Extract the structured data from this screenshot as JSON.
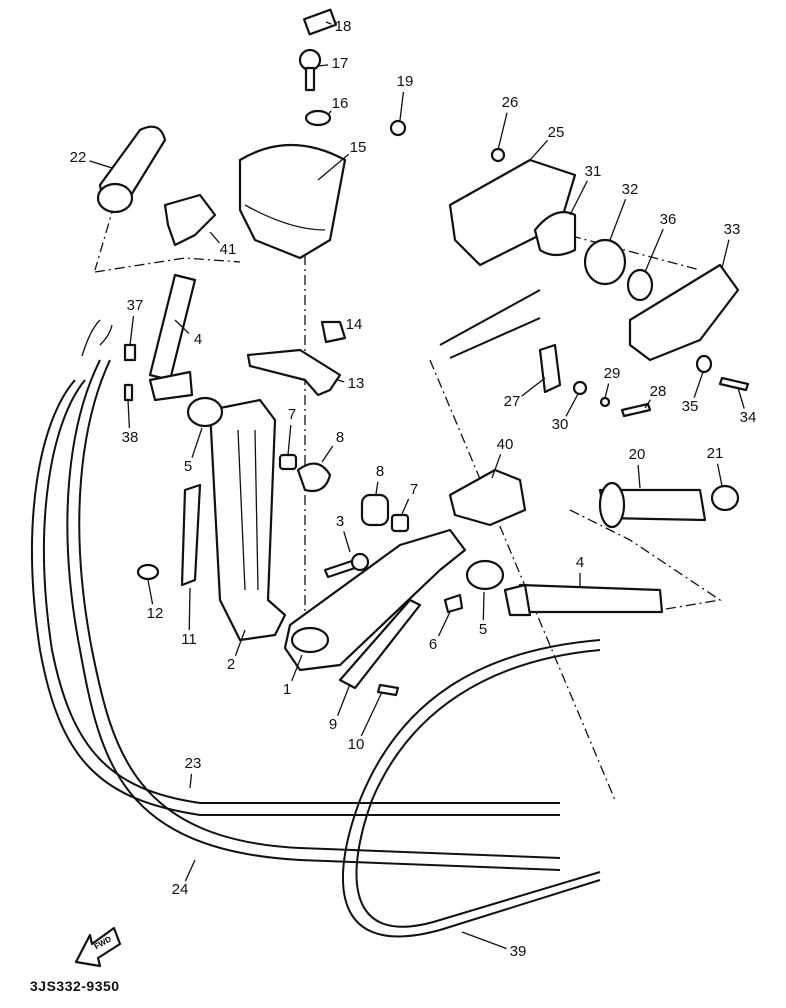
{
  "diagram": {
    "labels": [
      "18",
      "17",
      "16",
      "19",
      "15",
      "26",
      "25",
      "31",
      "32",
      "36",
      "33",
      "22",
      "41",
      "37",
      "4",
      "14",
      "13",
      "38",
      "7",
      "8",
      "5",
      "27",
      "29",
      "30",
      "28",
      "35",
      "34",
      "40",
      "20",
      "21",
      "8",
      "7",
      "3",
      "12",
      "11",
      "2",
      "4",
      "6",
      "5",
      "1",
      "9",
      "10",
      "23",
      "24",
      "39"
    ],
    "fwd_logo": "FWD",
    "drawing_code": "3JS332-9350"
  }
}
